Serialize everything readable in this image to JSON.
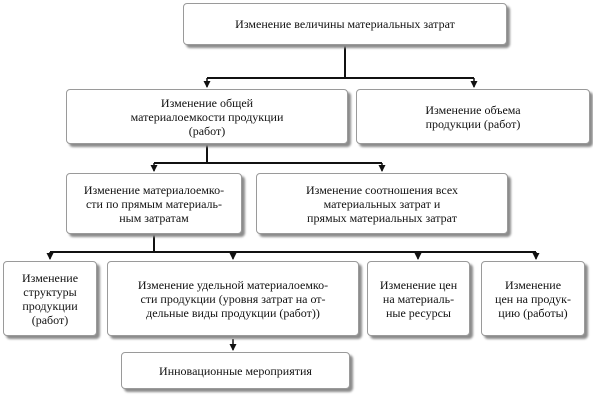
{
  "diagram": {
    "nodes": {
      "root": "Изменение величины материальных затрат",
      "total_materials": "Изменение общей\nматериалоемкости  продукции\n(работ)",
      "volume": "Изменение объема\nпродукции (работ)",
      "direct_materials": "Изменение материалоемко-\nсти по прямым материаль-\nным затратам",
      "ratio": "Изменение соотношения всех\nматериальных затрат и\nпрямых материальных затрат",
      "structure": "Изменение\nструктуры\nпродукции\n(работ)",
      "specific": "Изменение удельной материалоемко-\nсти продукции (уровня затрат на от-\nдельные виды продукции (работ))",
      "resource_prices": "Изменение цен\nна материаль-\nные ресурсы",
      "product_prices": "Изменение\nцен на продук-\nцию (работы)",
      "innovation": "Инновационные мероприятия"
    },
    "edges": [
      [
        "root",
        "total_materials"
      ],
      [
        "root",
        "volume"
      ],
      [
        "total_materials",
        "direct_materials"
      ],
      [
        "total_materials",
        "ratio"
      ],
      [
        "direct_materials",
        "structure"
      ],
      [
        "direct_materials",
        "specific"
      ],
      [
        "direct_materials",
        "resource_prices"
      ],
      [
        "direct_materials",
        "product_prices"
      ],
      [
        "specific",
        "innovation"
      ]
    ]
  }
}
